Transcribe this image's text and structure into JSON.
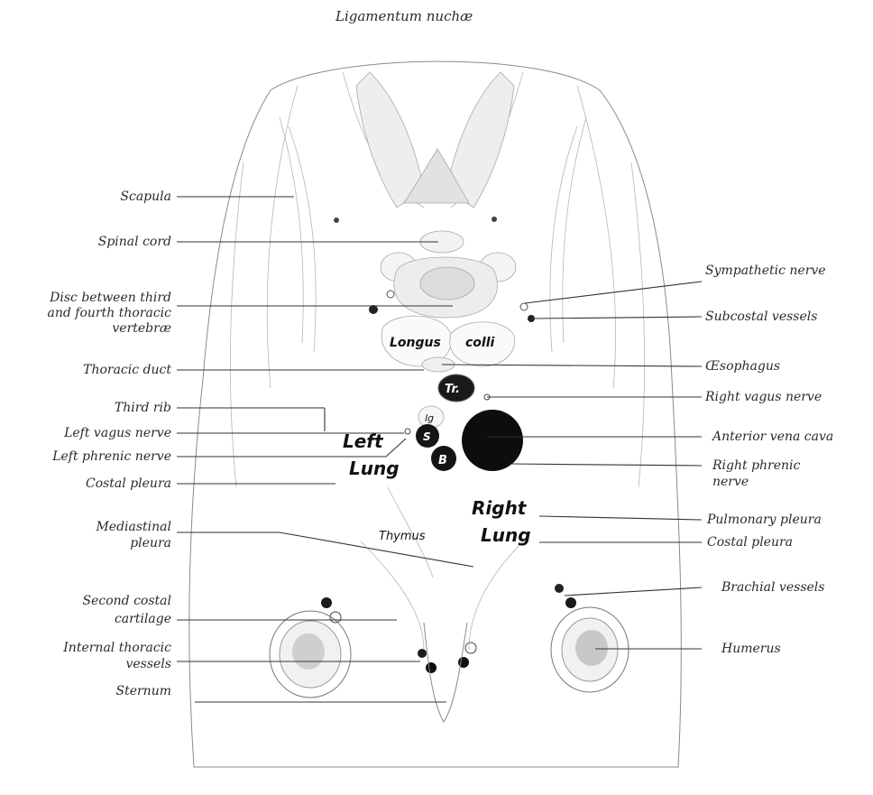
{
  "figure": {
    "top_label": "Ligamentum nuchæ",
    "left_labels": {
      "scapula": "Scapula",
      "spinal_cord": "Spinal cord",
      "disc_line1": "Disc between third",
      "disc_line2": "and fourth thoracic",
      "disc_line3": "vertebræ",
      "thoracic_duct": "Thoracic duct",
      "third_rib": "Third rib",
      "left_vagus_nerve": "Left vagus nerve",
      "left_phrenic_nerve": "Left phrenic nerve",
      "costal_pleura": "Costal pleura",
      "mediastinal_line1": "Mediastinal",
      "mediastinal_line2": "pleura",
      "second_costal_line1": "Second costal",
      "second_costal_line2": "cartilage",
      "internal_thoracic_line1": "Internal thoracic",
      "internal_thoracic_line2": "vessels",
      "sternum": "Sternum"
    },
    "right_labels": {
      "sympathetic_nerve": "Sympathetic nerve",
      "subcostal_vessels": "Subcostal vessels",
      "oesophagus": "Œsophagus",
      "right_vagus_nerve": "Right vagus nerve",
      "anterior_vena_cava": "Anterior vena cava",
      "right_phrenic_line1": "Right phrenic",
      "right_phrenic_line2": "nerve",
      "pulmonary_pleura": "Pulmonary pleura",
      "costal_pleura": "Costal pleura",
      "brachial_vessels": "Brachial vessels",
      "humerus": "Humerus"
    },
    "inline_labels": {
      "longus": "Longus",
      "colli": "colli",
      "trachea": "Tr.",
      "lig": "lg",
      "s": "S",
      "b": "B",
      "left": "Left",
      "lung_left": "Lung",
      "right": "Right",
      "lung_right": "Lung",
      "thymus": "Thymus"
    }
  }
}
